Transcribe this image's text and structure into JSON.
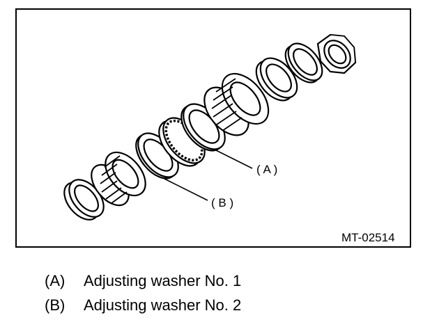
{
  "figure": {
    "id": "MT-02514",
    "callouts": {
      "a": "( A )",
      "b": "( B )"
    }
  },
  "legend": [
    {
      "key": "(A)",
      "text": "Adjusting washer No. 1"
    },
    {
      "key": "(B)",
      "text": "Adjusting washer No. 2"
    }
  ]
}
